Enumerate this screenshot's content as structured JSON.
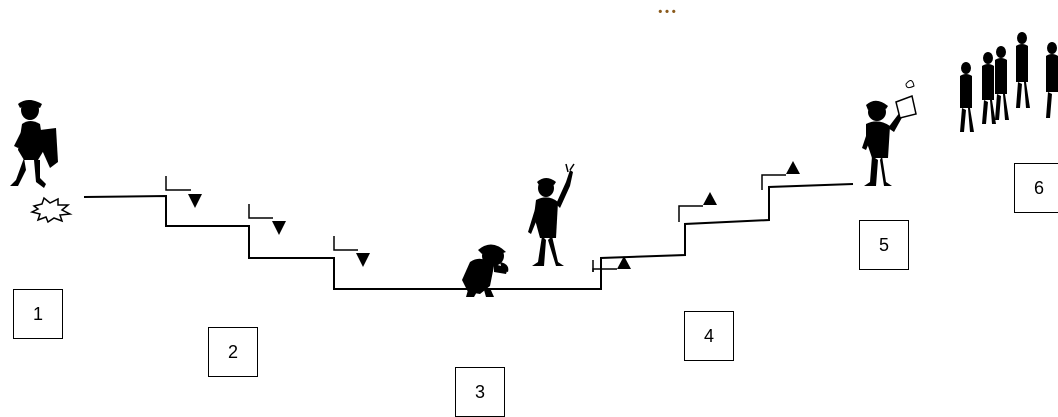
{
  "header": {
    "ellipsis": "…"
  },
  "stages": [
    {
      "number": "1"
    },
    {
      "number": "2"
    },
    {
      "number": "3"
    },
    {
      "number": "4"
    },
    {
      "number": "5"
    },
    {
      "number": "6"
    }
  ],
  "colors": {
    "ink": "#000000",
    "ellipsis": "#8a5a1c",
    "background": "#ffffff"
  },
  "icons": {
    "start_figure": "person-with-bag-icon",
    "burst": "explosion-burst-icon",
    "down_arrows": "triangle-down-icon",
    "up_arrows": "triangle-up-icon",
    "crouching_figure": "crouching-person-icon",
    "waving_figure": "waving-person-icon",
    "top_figure": "person-holding-book-icon",
    "crowd": "crowd-icon"
  }
}
